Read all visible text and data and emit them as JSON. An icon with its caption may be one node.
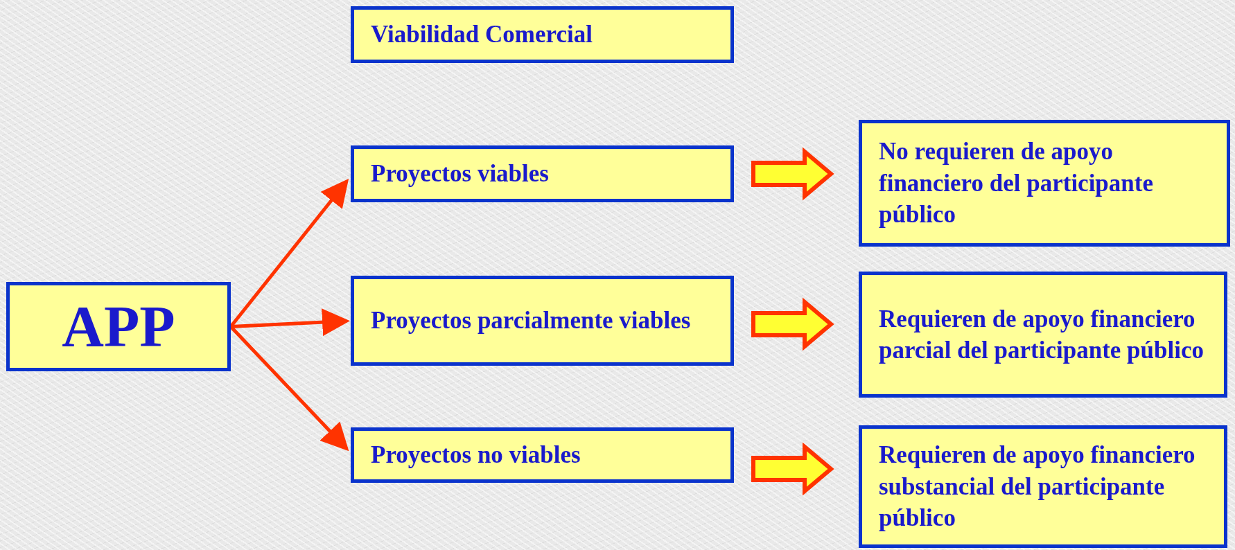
{
  "diagram": {
    "nodes": [
      {
        "text": [
          "Viabilidad Comercial"
        ]
      },
      {
        "text": [
          "APP"
        ]
      },
      {
        "text": [
          "Proyectos viables"
        ]
      },
      {
        "text": [
          "Proyectos parcialmente viables"
        ]
      },
      {
        "text": [
          "Proyectos no viables"
        ]
      },
      {
        "text": [
          "No requieren de apoyo financiero del participante público"
        ]
      },
      {
        "text": [
          "Requieren de apoyo financiero parcial del participante público"
        ]
      },
      {
        "text": [
          "Requieren de apoyo financiero substancial del participante público"
        ]
      }
    ],
    "edges": [
      {
        "from": 1,
        "to": 2,
        "arrow": "to"
      },
      {
        "from": 1,
        "to": 3,
        "arrow": "to"
      },
      {
        "from": 1,
        "to": 4,
        "arrow": "to"
      },
      {
        "from": 2,
        "to": 5,
        "arrow": "to",
        "style": "thick"
      },
      {
        "from": 3,
        "to": 6,
        "arrow": "to",
        "style": "thick"
      },
      {
        "from": 4,
        "to": 7,
        "arrow": "to",
        "style": "thick"
      }
    ]
  }
}
